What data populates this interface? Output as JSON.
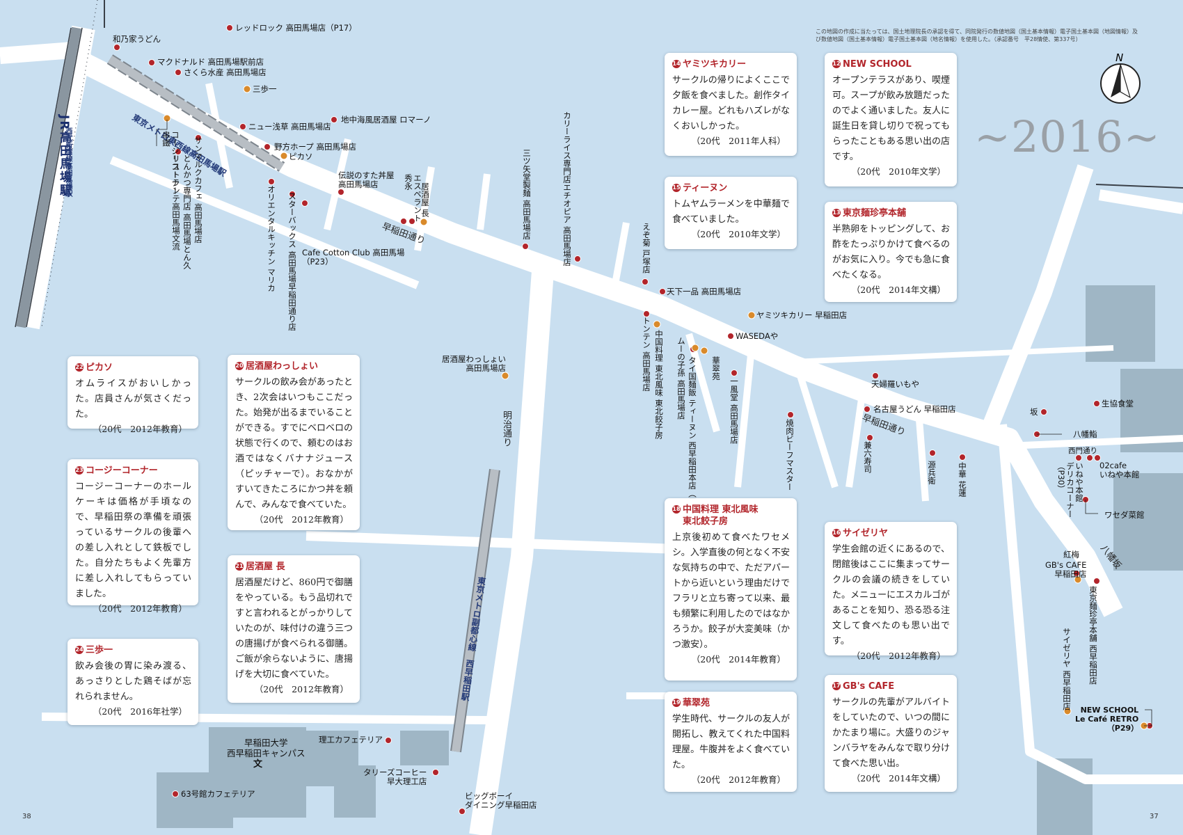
{
  "year_title": "~2016~",
  "credit": "この地図の作成に当たっては、国土地理院長の承認を得て、同院発行の数値地図（国土基本情報）電子国土基本図（地図情報）及び数値地図（国土基本情報）電子国土基本図（地名情報）を使用した。（承認番号　平28情使、第337号）",
  "compass_label": "N",
  "page_left": "38",
  "page_right": "37",
  "colors": {
    "water": "#c9dff0",
    "road": "#ffffff",
    "campus": "#9fb6c5",
    "accent": "#b2252b",
    "line_text": "#233a78"
  },
  "roads": {
    "waseda_dori_1": "早稲田通り",
    "waseda_dori_2": "早稲田通り",
    "meiji_dori": "明治通り",
    "hachiman_zaka": "八幡坂",
    "nishimon_dori": "西門通り"
  },
  "lines": {
    "jr_station": "JR高田馬場駅",
    "seibu": "西武新宿線高田馬場駅",
    "tozai": "東京メトロ東西線高田馬場駅",
    "fukutoshin": "東京メトロ副都心線　西早稲田駅"
  },
  "campus": {
    "name": "早稲田大学\n西早稲田キャンパス",
    "mark": "文"
  },
  "cards": {
    "c14": {
      "num": "14",
      "title": "ヤミツキカリー",
      "body": "サークルの帰りによくここで夕飯を食べました。創作タイカレー屋。どれもハズレがなくおいしかった。",
      "by": "（20代　2011年人科）"
    },
    "c15": {
      "num": "15",
      "title": "ティーヌン",
      "body": "トムヤムラーメンを中華麺で食べていました。",
      "by": "（20代　2010年文学）"
    },
    "c12": {
      "num": "12",
      "title": "NEW SCHOOL",
      "body": "オープンテラスがあり、喫煙可。スープが飲み放題だったのでよく通いました。友人に誕生日を貸し切りで祝ってもらったこともある思い出の店です。",
      "by": "（20代　2010年文学）"
    },
    "c13": {
      "num": "13",
      "title": "東京麺珍亭本舗",
      "body": "半熟卵をトッピングして、お酢をたっぷりかけて食べるのがお気に入り。今でも急に食べたくなる。",
      "by": "（20代　2014年文構）"
    },
    "c22": {
      "num": "22",
      "title": "ピカソ",
      "body": "オムライスがおいしかった。店員さんが気さくだった。",
      "by": "（20代　2012年教育）"
    },
    "c20": {
      "num": "20",
      "title": "居酒屋わっしょい",
      "body": "サークルの飲み会があったとき、2次会はいつもここだった。始発が出るまでいることができる。すでにベロベロの状態で行くので、頼むのはお酒ではなくバナナジュース（ピッチャーで）。おなかがすいてきたころにかつ丼を頼んで、みんなで食べていた。",
      "by": "（20代　2012年教育）"
    },
    "c23": {
      "num": "23",
      "title": "コージーコーナー",
      "body": "コージーコーナーのホールケーキは価格が手頃なので、早稲田祭の準備を頑張っているサークルの後輩への差し入れとして鉄板でした。自分たちもよく先輩方に差し入れしてもらっていました。",
      "by": "（20代　2012年教育）"
    },
    "c21": {
      "num": "21",
      "title": "居酒屋 長",
      "body": "居酒屋だけど、860円で御膳をやっている。もう品切れですと言われるとがっかりしていたのが、味付けの違う三つの唐揚げが食べられる御膳。ご飯が余らないように、唐揚げを大切に食べていた。",
      "by": "（20代　2012年教育）"
    },
    "c24": {
      "num": "24",
      "title": "三歩一",
      "body": "飲み会後の胃に染み渡る、あっさりとした鶏そばが忘れられません。",
      "by": "（20代　2016年社学）"
    },
    "c18": {
      "num": "18",
      "title": "中国料理 東北風味\n東北餃子房",
      "body": "上京後初めて食べたワセメシ。入学直後の何となく不安な気持ちの中で、ただアパートから近いという理由だけでフラリと立ち寄って以来、最も頻繁に利用したのではなかろうか。餃子が大変美味（かつ激安）。",
      "by": "（20代　2014年教育）"
    },
    "c19": {
      "num": "19",
      "title": "華翠苑",
      "body": "学生時代、サークルの友人が開拓し、教えてくれた中国料理屋。牛腹丼をよく食べていた。",
      "by": "（20代　2012年教育）"
    },
    "c16": {
      "num": "16",
      "title": "サイゼリヤ",
      "body": "学生会館の近くにあるので、閉館後はここに集まってサークルの会議の続きをしていた。メニューにエスカルゴがあることを知り、恐る恐る注文して食べたのも思い出です。",
      "by": "（20代　2012年教育）"
    },
    "c17": {
      "num": "17",
      "title": "GB's CAFE",
      "body": "サークルの先輩がアルバイトをしていたので、いつの間にかたまり場に。大盛りのジャンバラヤをみんなで取り分けて食べた思い出。",
      "by": "（20代　2014年文構）"
    }
  },
  "places": {
    "redrock": "レッドロック 高田馬場店（P17）",
    "wanoya": "和乃家うどん",
    "mcd": "マクドナルド 高田馬場駅前店",
    "sakura": "さくら水産 高田馬場店",
    "sanpoichi": "三歩一",
    "newasakusa": "ニュー浅草 高田馬場店",
    "romano": "地中海風居酒屋 ロマーノ",
    "nogata": "野方ホープ 高田馬場店",
    "picasso": "ピカソ",
    "sutadon": "伝説のすた丼屋\n高田馬場店",
    "cafecotton": "Cafe Cotton Club 高田馬場\n（P23）",
    "wasshoi": "居酒屋わっしょい\n高田馬場店",
    "tenkaippin": "天下一品 高田馬場店",
    "yamitsuki": "ヤミツキカリー 早稲田店",
    "wasedaya": "WASEDAや",
    "tempuraimoya": "天婦羅いもや",
    "nagoya": "名古屋うどん 早稲田店",
    "saka": "坂",
    "seikyo": "生協食堂",
    "hachimanzushi": "八幡鮨",
    "o2cafe": "02cafe\nいねや本館",
    "wasedasaikan": "ワセダ菜館",
    "koubai": "紅梅",
    "gbscafe": "GB's CAFE\n早稲田店",
    "newschool": "NEW SCHOOL\nLe Café RETRO\n（P29）",
    "rikocafe": "理工カフェテリア",
    "tullys": "タリーズコーヒー\n早大理工店",
    "cafe63": "63号館カフェテリア",
    "bigboy": "ビッグボーイ\nダイニング早稲田店",
    "v_cozy": "コージーコーナー\n串鐵",
    "v_sanmarc": "サンマルクカフェ 高田馬場店",
    "v_ristorante": "リストランテ高田馬場文流",
    "v_tonkatsu": "とんかつ専門店 高田馬場とん久",
    "v_oriental": "オリエンタルキッチン マリカ",
    "v_starbucks": "スターバックス 高田馬場早稲田通り店",
    "v_esperanto": "エスペラント\n秀永",
    "v_cho": "居酒屋 長",
    "v_mitsuya": "三ツ矢堂製麺 高田馬場店",
    "v_curry": "カリーライス専門店エチオピア 高田馬場店",
    "v_egiku": "えぞ菊 戸塚店",
    "v_tonten": "トンテン 高田馬場店",
    "v_chugoku": "中国料理 東北風味 東北餃子房",
    "v_mu": "ムーの子孫 高田馬場店",
    "v_tinun": "タイ国麺飯 ティーヌン 西早稲田本店（P25）",
    "v_kasuien": "華翠苑",
    "v_ippudo": "一風堂 高田馬場店",
    "v_yakiniku": "焼肉ビーフマスター",
    "v_kanerokuzushi": "兼六寿司",
    "v_genbei": "源兵衛",
    "v_kakaren": "中華 花蓮",
    "v_ineya": "いねや本館\nデリカコーナー\n（P30）",
    "v_menchin": "東京麺珍亭本舗 西早稲田店",
    "v_saizeriya": "サイゼリヤ 西早稲田店"
  }
}
